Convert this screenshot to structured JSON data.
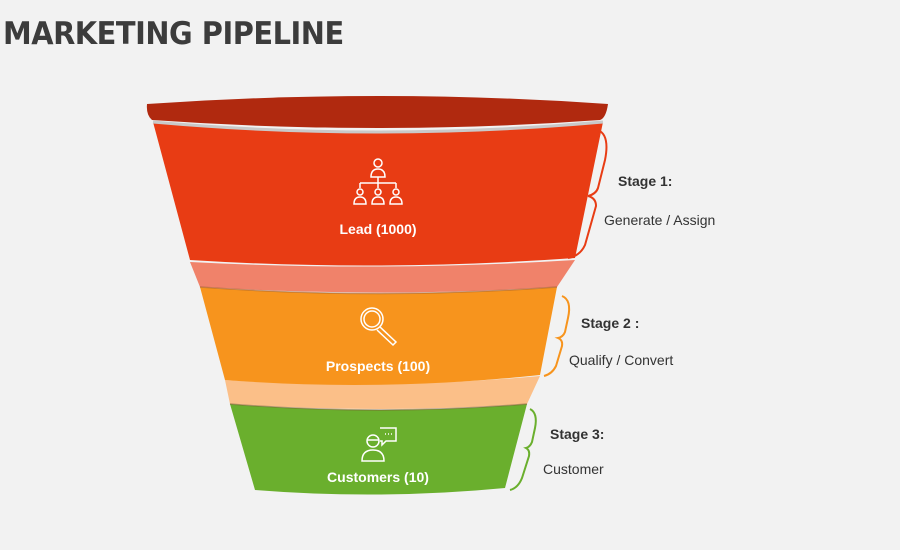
{
  "title": "MARKETING PIPELINE",
  "stages": [
    {
      "label": "Lead (1000)",
      "stage": "Stage 1:",
      "description": "Generate / Assign",
      "icon": "org-chart-icon",
      "color": "#e83c14"
    },
    {
      "label": "Prospects (100)",
      "stage": "Stage 2 :",
      "description": "Qualify / Convert",
      "icon": "magnifier-icon",
      "color": "#f7941d"
    },
    {
      "label": "Customers (10)",
      "stage": "Stage 3:",
      "description": "Customer",
      "icon": "customer-chat-icon",
      "color": "#6aaf2d"
    }
  ],
  "colors": {
    "rim": "#b0290f",
    "connector1": "#f0826a",
    "connector2": "#fbbf88",
    "background": "#f2f2f2"
  }
}
